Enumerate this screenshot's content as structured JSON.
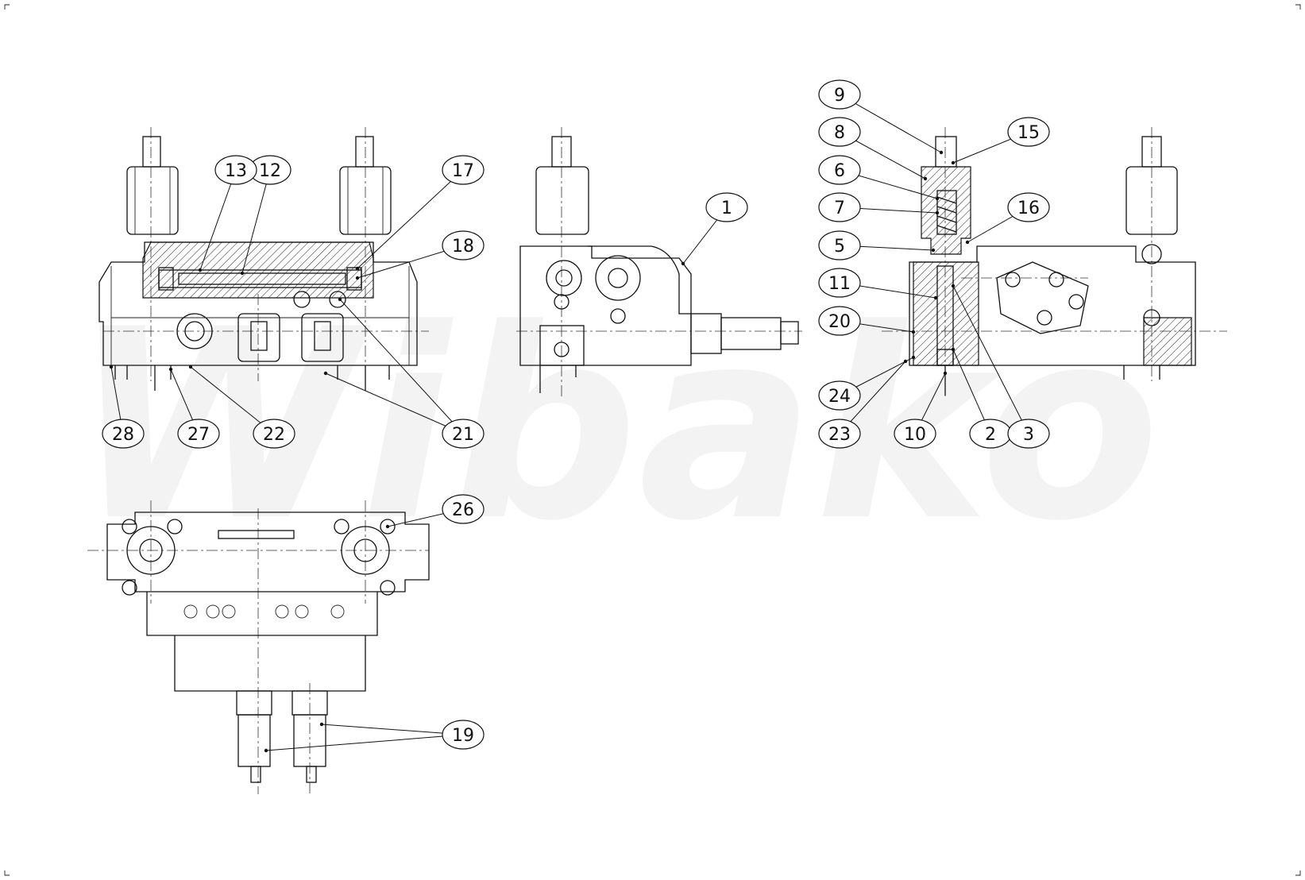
{
  "watermark": "Wibako",
  "callouts": [
    "1",
    "2",
    "3",
    "5",
    "6",
    "7",
    "8",
    "9",
    "10",
    "11",
    "12",
    "13",
    "15",
    "16",
    "17",
    "18",
    "19",
    "20",
    "21",
    "22",
    "23",
    "24",
    "26",
    "27",
    "28"
  ]
}
